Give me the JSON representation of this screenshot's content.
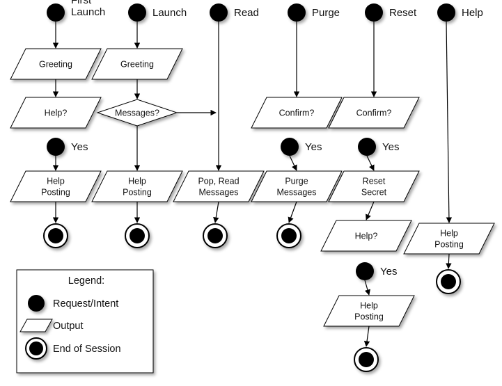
{
  "requests": [
    {
      "id": "first_launch",
      "lines": [
        "First",
        "Launch"
      ]
    },
    {
      "id": "launch",
      "lines": [
        "Launch"
      ]
    },
    {
      "id": "read",
      "lines": [
        "Read"
      ]
    },
    {
      "id": "purge",
      "lines": [
        "Purge"
      ]
    },
    {
      "id": "reset",
      "lines": [
        "Reset"
      ]
    },
    {
      "id": "help",
      "lines": [
        "Help"
      ]
    },
    {
      "id": "yes_first_launch",
      "lines": [
        "Yes"
      ]
    },
    {
      "id": "yes_purge",
      "lines": [
        "Yes"
      ]
    },
    {
      "id": "yes_reset",
      "lines": [
        "Yes"
      ]
    },
    {
      "id": "yes_reset_help",
      "lines": [
        "Yes"
      ]
    }
  ],
  "outputs": [
    {
      "id": "greeting_first_launch",
      "lines": [
        "Greeting"
      ]
    },
    {
      "id": "greeting_launch",
      "lines": [
        "Greeting"
      ]
    },
    {
      "id": "help_q_first_launch",
      "lines": [
        "Help?"
      ]
    },
    {
      "id": "confirm_purge",
      "lines": [
        "Confirm?"
      ]
    },
    {
      "id": "confirm_reset",
      "lines": [
        "Confirm?"
      ]
    },
    {
      "id": "help_posting_first_launch",
      "lines": [
        "Help",
        "Posting"
      ]
    },
    {
      "id": "help_posting_launch",
      "lines": [
        "Help",
        "Posting"
      ]
    },
    {
      "id": "pop_read_messages",
      "lines": [
        "Pop, Read",
        "Messages"
      ]
    },
    {
      "id": "purge_messages",
      "lines": [
        "Purge",
        "Messages"
      ]
    },
    {
      "id": "reset_secret",
      "lines": [
        "Reset",
        "Secret"
      ]
    },
    {
      "id": "help_q_reset",
      "lines": [
        "Help?"
      ]
    },
    {
      "id": "help_posting_help",
      "lines": [
        "Help",
        "Posting"
      ]
    },
    {
      "id": "help_posting_reset",
      "lines": [
        "Help",
        "Posting"
      ]
    }
  ],
  "decisions": [
    {
      "id": "messages_q",
      "lines": [
        "Messages?"
      ]
    }
  ],
  "ends": [
    {
      "id": "end_first_launch"
    },
    {
      "id": "end_launch"
    },
    {
      "id": "end_read"
    },
    {
      "id": "end_purge"
    },
    {
      "id": "end_help"
    },
    {
      "id": "end_reset"
    }
  ],
  "edges": [
    {
      "from": "first_launch",
      "to": "greeting_first_launch"
    },
    {
      "from": "greeting_first_launch",
      "to": "help_q_first_launch"
    },
    {
      "from": "yes_first_launch",
      "to": "help_posting_first_launch"
    },
    {
      "from": "help_posting_first_launch",
      "to": "end_first_launch"
    },
    {
      "from": "launch",
      "to": "greeting_launch"
    },
    {
      "from": "greeting_launch",
      "to": "messages_q"
    },
    {
      "from": "messages_q",
      "to": "help_posting_launch"
    },
    {
      "from": "messages_q",
      "to": "read"
    },
    {
      "from": "help_posting_launch",
      "to": "end_launch"
    },
    {
      "from": "read",
      "to": "pop_read_messages"
    },
    {
      "from": "pop_read_messages",
      "to": "end_read"
    },
    {
      "from": "purge",
      "to": "confirm_purge"
    },
    {
      "from": "yes_purge",
      "to": "purge_messages"
    },
    {
      "from": "purge_messages",
      "to": "end_purge"
    },
    {
      "from": "reset",
      "to": "confirm_reset"
    },
    {
      "from": "yes_reset",
      "to": "reset_secret"
    },
    {
      "from": "reset_secret",
      "to": "help_q_reset"
    },
    {
      "from": "yes_reset_help",
      "to": "help_posting_reset"
    },
    {
      "from": "help_posting_reset",
      "to": "end_reset"
    },
    {
      "from": "help",
      "to": "help_posting_help"
    },
    {
      "from": "help_posting_help",
      "to": "end_help"
    }
  ],
  "legend": {
    "title": "Legend:",
    "items": [
      {
        "symbol": "request",
        "label": "Request/Intent"
      },
      {
        "symbol": "output",
        "label": "Output"
      },
      {
        "symbol": "end",
        "label": "End of Session"
      }
    ]
  },
  "colors": {
    "node_fill": "#ffffff",
    "stroke": "#000000",
    "dot": "#000000",
    "text": "#111111"
  }
}
